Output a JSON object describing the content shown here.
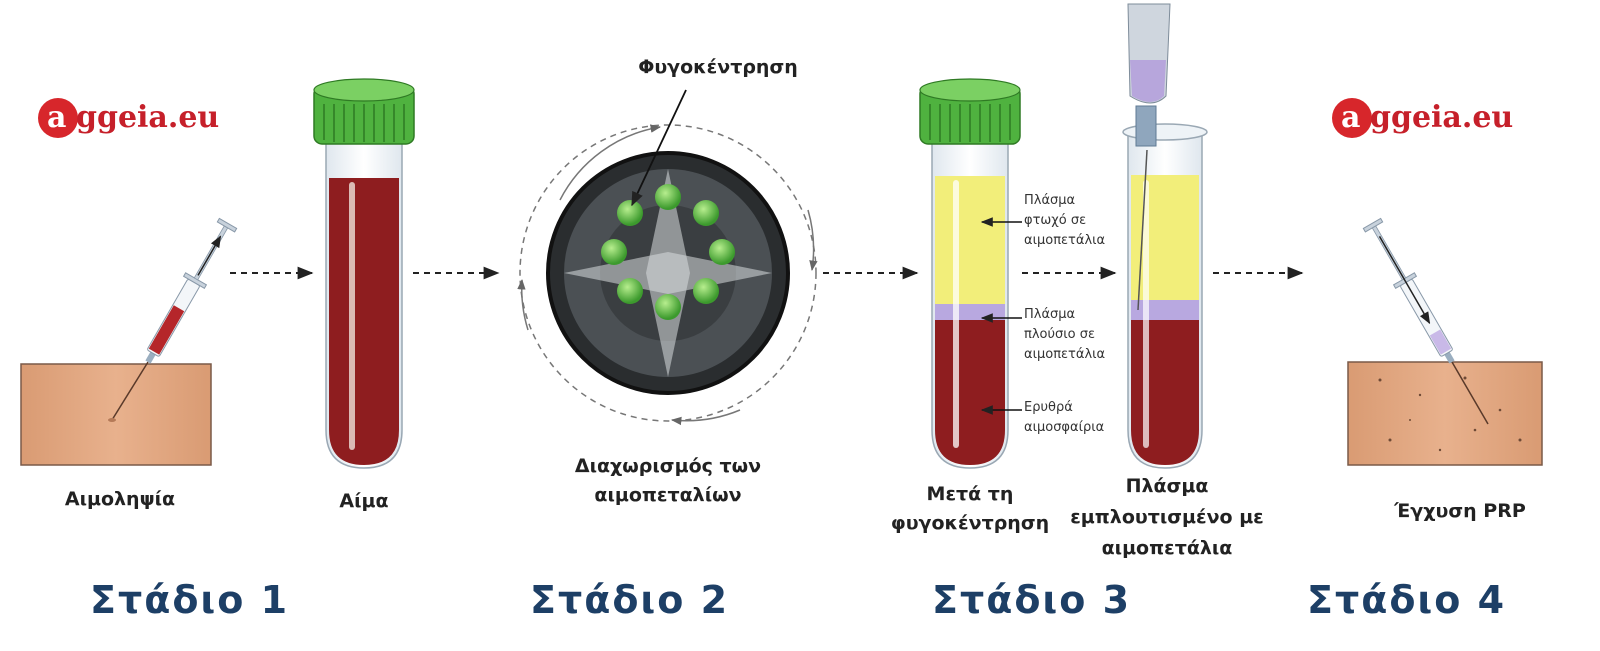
{
  "brand": {
    "logo_a": "a",
    "logo_rest": "ggeia.eu"
  },
  "steps": {
    "blood_draw": "Αιμοληψία",
    "blood": "Αίμα",
    "centrifugation": "Φυγοκέντρηση",
    "separation_1": "Διαχωρισμός των",
    "separation_2": "αιμοπεταλίων",
    "after_1": "Μετά τη",
    "after_2": "φυγοκέντρηση",
    "enriched_1": "Πλάσμα",
    "enriched_2": "εμπλουτισμένο με",
    "enriched_3": "αιμοπετάλια",
    "injection": "Έγχυση PRP"
  },
  "layers": {
    "poor_1": "Πλάσμα",
    "poor_2": "φτωχό σε",
    "poor_3": "αιμοπετάλια",
    "rich_1": "Πλάσμα",
    "rich_2": "πλούσιο σε",
    "rich_3": "αιμοπετάλια",
    "red_1": "Ερυθρά",
    "red_2": "αιμοσφαίρια"
  },
  "stages": [
    "Στάδιο 1",
    "Στάδιο 2",
    "Στάδιο 3",
    "Στάδιο 4"
  ],
  "colors": {
    "blood": "#8e1d1f",
    "poor_plasma": "#f2ee7a",
    "rich_plasma": "#b8a8e0",
    "cap": "#4fb23f",
    "skin": "#e3a57e",
    "stage_text": "#1d3f66",
    "logo_red": "#d7262b"
  },
  "icons": [
    "syringe-icon",
    "test-tube-icon",
    "centrifuge-icon",
    "arrow-icon"
  ]
}
